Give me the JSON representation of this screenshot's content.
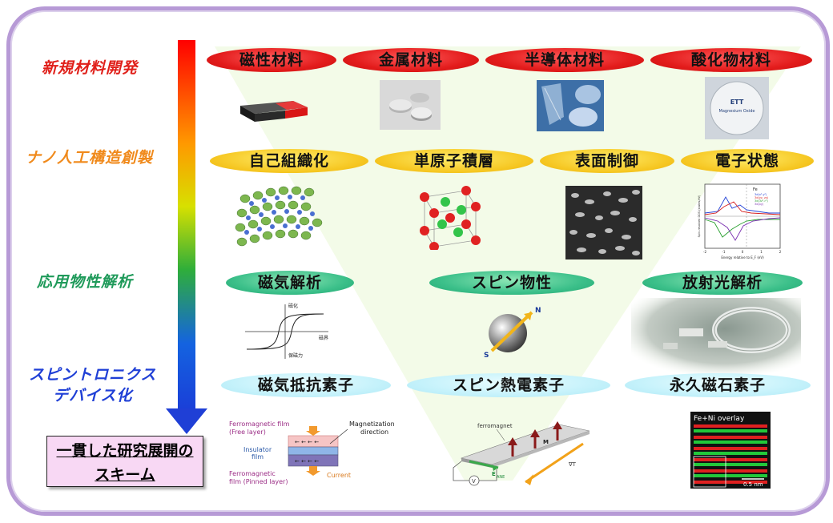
{
  "stages": {
    "s1": "新規材料開発",
    "s2": "ナノ人工構造創製",
    "s3": "応用物性解析",
    "s4_line1": "スピントロニクス",
    "s4_line2": "デバイス化"
  },
  "scheme": {
    "line1": "一貫した研究展開の",
    "line2": "スキーム"
  },
  "row1": [
    "磁性材料",
    "金属材料",
    "半導体材料",
    "酸化物材料"
  ],
  "row2": [
    "自己組織化",
    "単原子積層",
    "表面制御",
    "電子状態"
  ],
  "row3": [
    "磁気解析",
    "スピン物性",
    "放射光解析"
  ],
  "row4": [
    "磁気抵抗素子",
    "スピン熱電素子",
    "永久磁石素子"
  ],
  "images": {
    "ett_label": "ETT",
    "ett_sub": "Magnesium Oxide",
    "hyst_y": "磁化",
    "hyst_x": "磁界",
    "hyst_coercive": "保磁力",
    "spin_n": "N",
    "spin_s": "S",
    "mtj_free": "Ferromagnetic film",
    "mtj_free2": "(Free layer)",
    "mtj_ins": "Insulator",
    "mtj_ins2": "film",
    "mtj_pin": "Ferromagnetic",
    "mtj_pin2": "film (Pinned layer)",
    "mtj_mag": "Magnetization",
    "mtj_dir": "direction",
    "mtj_current": "Current",
    "thermo_ferro": "ferromagnet",
    "thermo_m": "M",
    "thermo_e": "E",
    "thermo_e_sub": "ANE",
    "thermo_grad": "∇T",
    "thermo_v": "V",
    "fe_overlay": "Fe+Ni overlay",
    "fe_scale": "0.5 nm",
    "dos_fe": "Fe",
    "dos_xlabel": "Energy relative to E_F (eV)",
    "dos_ylabel": "Spin-resolved DOS (states/eV)",
    "dos_legend": [
      "3d(x²-y²)",
      "3d(yz, zx)",
      "3d(3z²-r²)",
      "3d(xy)"
    ],
    "dos_xticks": [
      "-2",
      "-1",
      "0",
      "1",
      "2"
    ]
  }
}
